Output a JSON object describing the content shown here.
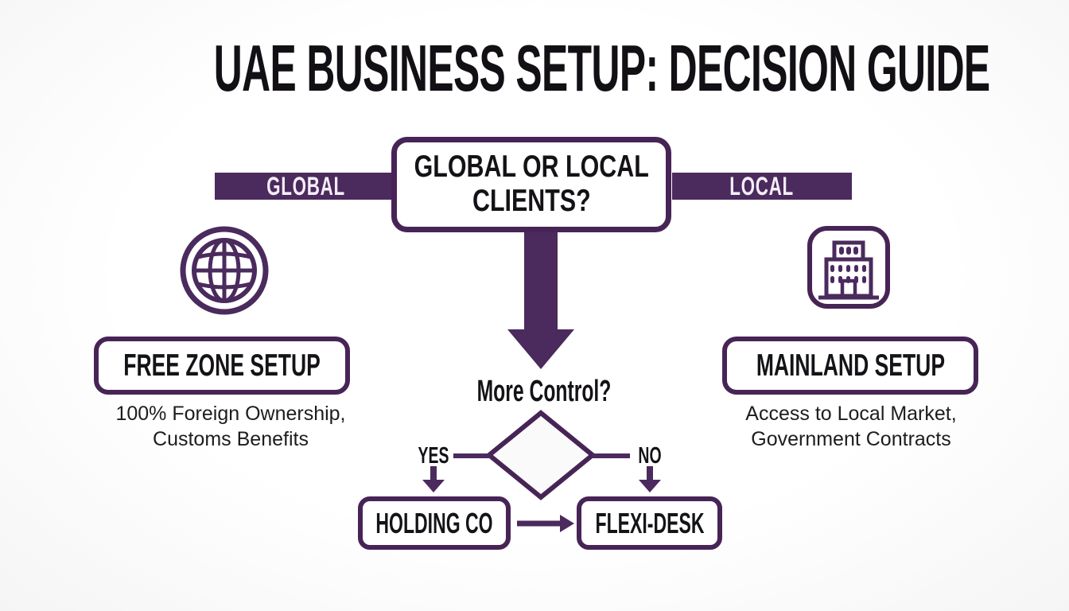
{
  "title": "UAE BUSINESS SETUP: DECISION GUIDE",
  "colors": {
    "purple": "#4B2A5D",
    "border_purple": "#472456",
    "text_dark": "#141216",
    "box_fill": "#FFFFFF",
    "background": "#FCFCFC",
    "bar_text": "#F4EDF6"
  },
  "flowchart": {
    "root_question": {
      "lines": [
        "GLOBAL OR LOCAL",
        "CLIENTS?"
      ]
    },
    "branches": {
      "global_label": "GLOBAL",
      "local_label": "LOCAL"
    },
    "global_path": {
      "icon": "globe-icon",
      "box_label": "FREE ZONE SETUP",
      "description_lines": [
        "100% Foreign Ownership,",
        "Customs Benefits"
      ]
    },
    "local_path": {
      "icon": "building-icon",
      "box_label": "MAINLAND SETUP",
      "description_lines": [
        "Access to Local Market,",
        "Government Contracts"
      ]
    },
    "second_question": {
      "label": "More Control?",
      "yes_label": "YES",
      "no_label": "NO"
    },
    "outcomes": {
      "yes_box_label": "HOLDING CO",
      "no_box_label": "FLEXI-DESK"
    }
  }
}
